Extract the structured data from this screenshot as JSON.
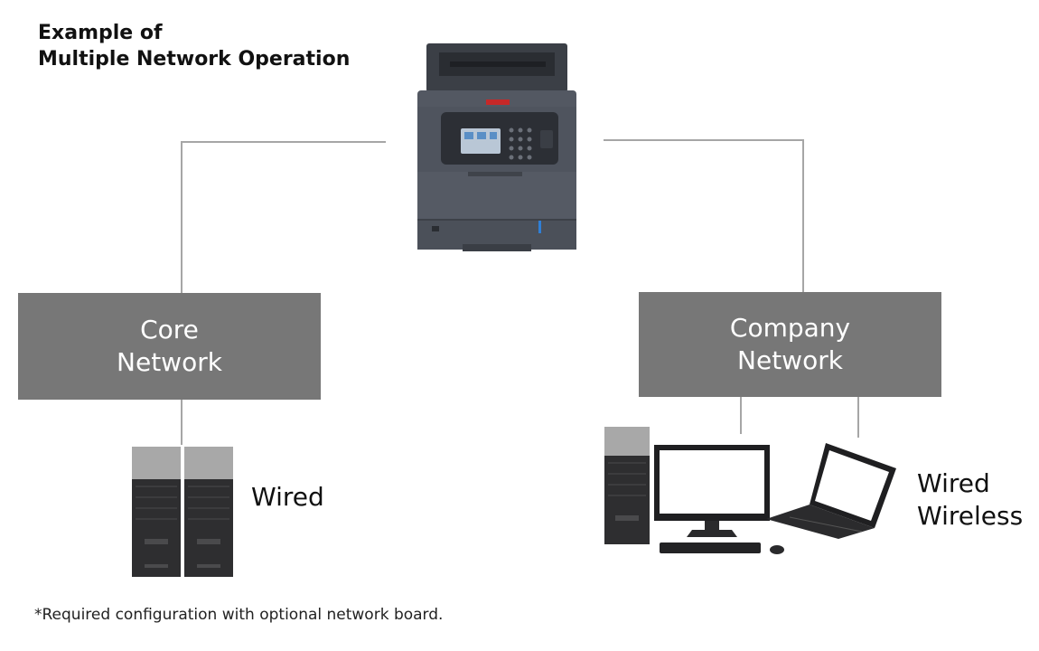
{
  "title": {
    "line1": "Example of",
    "line2": "Multiple Network Operation"
  },
  "networks": {
    "core": {
      "line1": "Core",
      "line2": "Network"
    },
    "company": {
      "line1": "Company",
      "line2": "Network"
    }
  },
  "connections": {
    "core": {
      "line1": "Wired"
    },
    "company": {
      "line1": "Wired",
      "line2": "Wireless"
    }
  },
  "footnote": "*Required configuration with optional network board.",
  "colors": {
    "network_box": "#777777",
    "line": "#a6a6a6",
    "printer_body": "#4d525c",
    "tower_top": "#a8a8a8"
  },
  "icons": {
    "printer": "printer-icon",
    "server": "server-tower-icon",
    "desktop": "desktop-computer-icon",
    "laptop": "laptop-icon"
  }
}
